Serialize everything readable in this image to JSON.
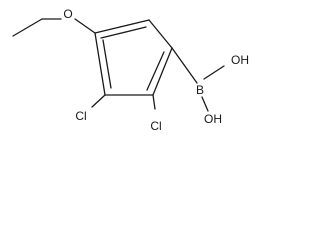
{
  "structure": {
    "atoms": {
      "oxygen_ether": "O",
      "chlorine_3": "Cl",
      "chlorine_2": "Cl",
      "boron": "B",
      "hydroxyl_top": "OH",
      "hydroxyl_bottom": "OH"
    }
  },
  "colors": {
    "ink": "#1a1a1a",
    "background": "#ffffff"
  }
}
